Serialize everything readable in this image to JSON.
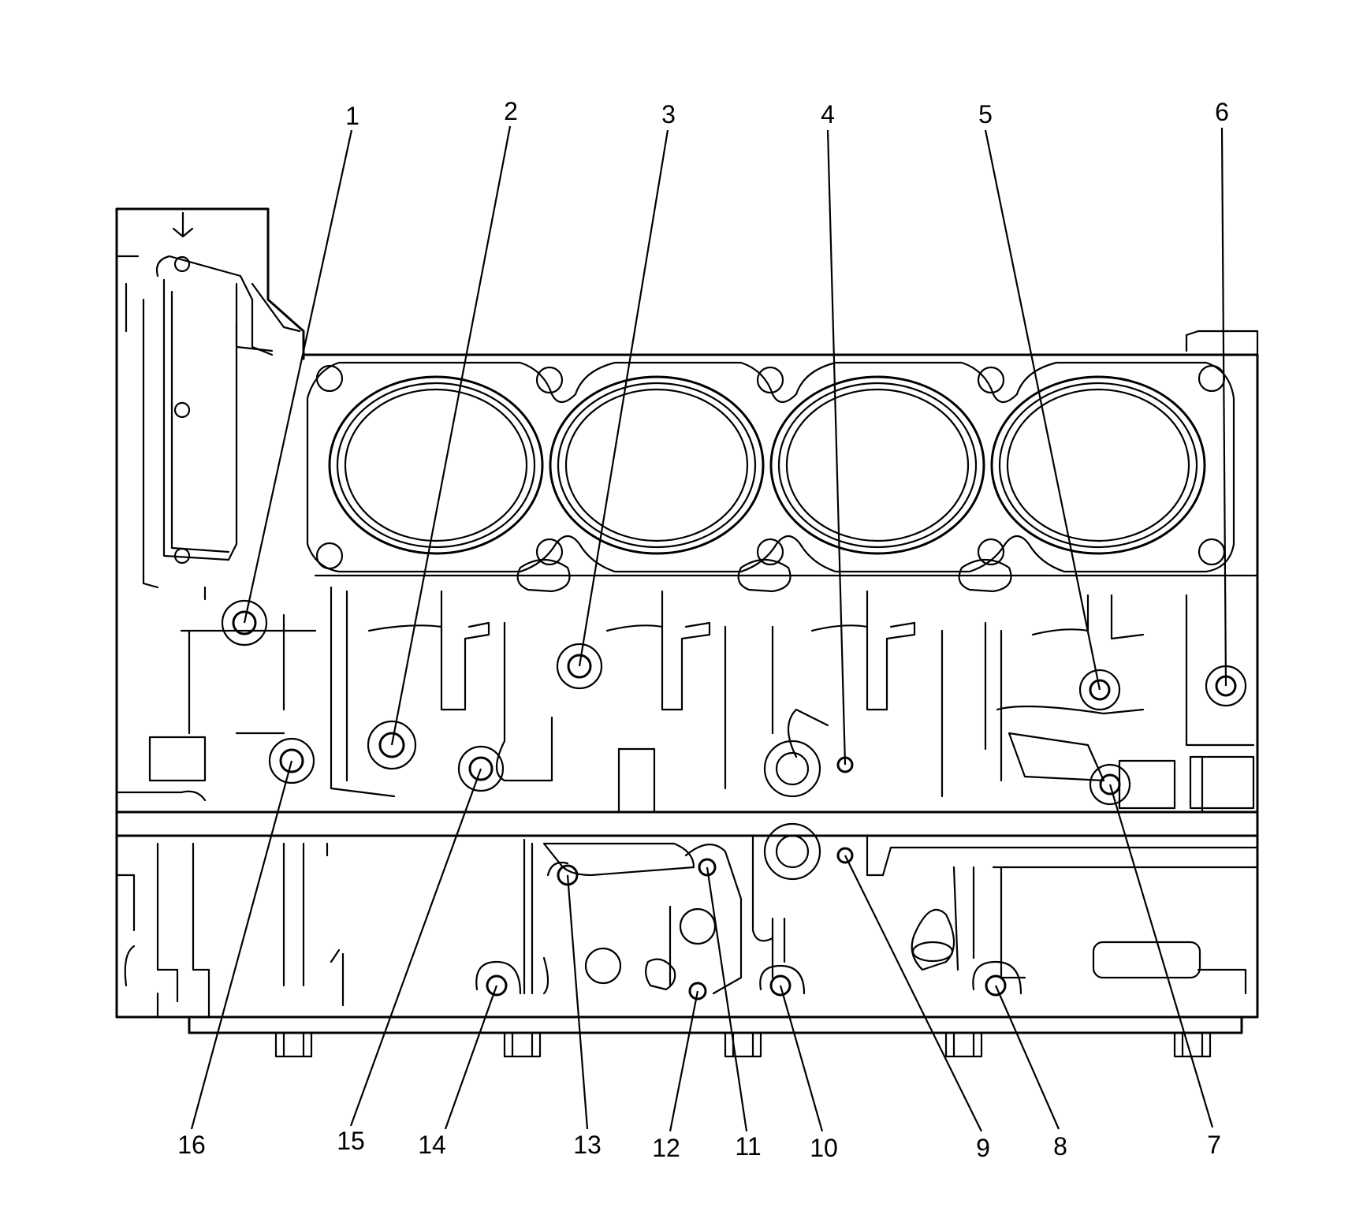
{
  "callouts": [
    {
      "id": 1,
      "label": "1"
    },
    {
      "id": 2,
      "label": "2"
    },
    {
      "id": 3,
      "label": "3"
    },
    {
      "id": 4,
      "label": "4"
    },
    {
      "id": 5,
      "label": "5"
    },
    {
      "id": 6,
      "label": "6"
    },
    {
      "id": 7,
      "label": "7"
    },
    {
      "id": 8,
      "label": "8"
    },
    {
      "id": 9,
      "label": "9"
    },
    {
      "id": 10,
      "label": "10"
    },
    {
      "id": 11,
      "label": "11"
    },
    {
      "id": 12,
      "label": "12"
    },
    {
      "id": 13,
      "label": "13"
    },
    {
      "id": 14,
      "label": "14"
    },
    {
      "id": 15,
      "label": "15"
    },
    {
      "id": 16,
      "label": "16"
    }
  ],
  "colors": {
    "line": "#000000",
    "background": "#ffffff"
  }
}
